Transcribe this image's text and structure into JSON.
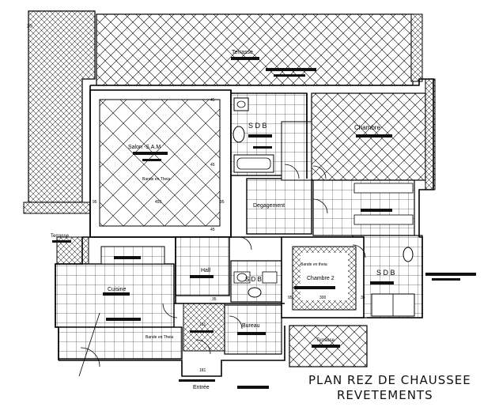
{
  "title": {
    "line1": "PLAN REZ DE CHAUSSEE",
    "line2": "REVETEMENTS"
  },
  "rooms": {
    "terrasse_top": "Terrasse",
    "salon": "Salon -S.A.M",
    "sdb_top": "S D B",
    "chambre1": "Chambre",
    "degagement": "Degagement",
    "terrasse_left": "Terrasse",
    "hall": "Hall",
    "cuisine": "Cuisine",
    "sdb_mid": "S D B",
    "chambre2": "Chambre 2",
    "sdb_right": "S D B",
    "bureau": "Bureau",
    "terrasse_bottom": "Terrasse",
    "entree": "Entrée"
  },
  "notes": {
    "bande_salon": "Bande en Theia",
    "bande_chambre2": "Bande en theia",
    "bande_bureau": "Bande en Theia"
  },
  "dimensions": {
    "d30": "30",
    "d45a": "45",
    "d45b": "45",
    "d45c": "45",
    "d95a": "95",
    "d95b": "95",
    "d95c": "95",
    "d493": "493",
    "d35": "35",
    "d191": "191",
    "d181": "181",
    "d300": "300",
    "d35b": "35"
  },
  "colors": {
    "hatch": "#000000",
    "background": "#ffffff"
  }
}
